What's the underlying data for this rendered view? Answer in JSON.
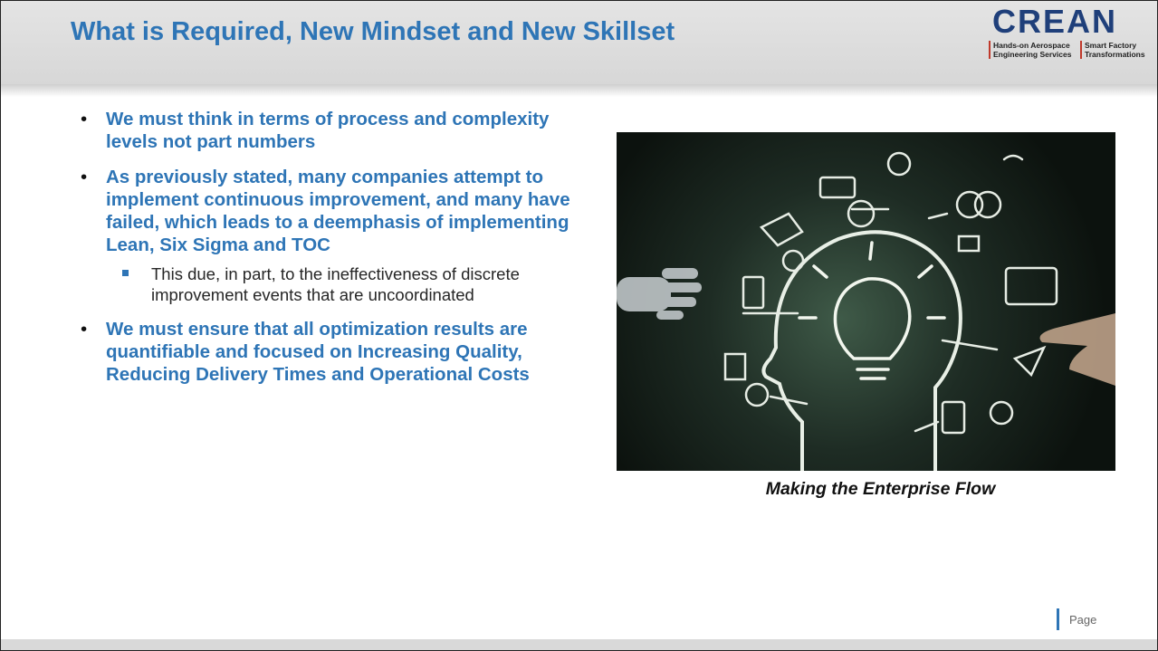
{
  "slide": {
    "title": "What is Required, New Mindset and New Skillset",
    "logo": {
      "word": "CREAN",
      "tagline_left": [
        "Hands-on Aerospace",
        "Engineering Services"
      ],
      "tagline_right": [
        "Smart Factory",
        "Transformations"
      ]
    },
    "bullets": [
      {
        "text": "We must think in terms of process and complexity levels not part numbers"
      },
      {
        "text": "As previously stated, many companies attempt to implement continuous improvement, and many have failed, which leads to a deemphasis of implementing Lean, Six Sigma and TOC",
        "sub": "This due, in part, to the ineffectiveness of discrete improvement events that are uncoordinated"
      },
      {
        "text": "We must ensure that all optimization results are quantifiable and focused on Increasing Quality, Reducing Delivery Times and Operational Costs"
      }
    ],
    "bullet_symbol": "•",
    "image_caption": "Making the Enterprise Flow",
    "page_label": "Page",
    "colors": {
      "accent": "#2e75b6",
      "logo": "#1f3f7a",
      "logo_rule": "#c0392b"
    }
  }
}
